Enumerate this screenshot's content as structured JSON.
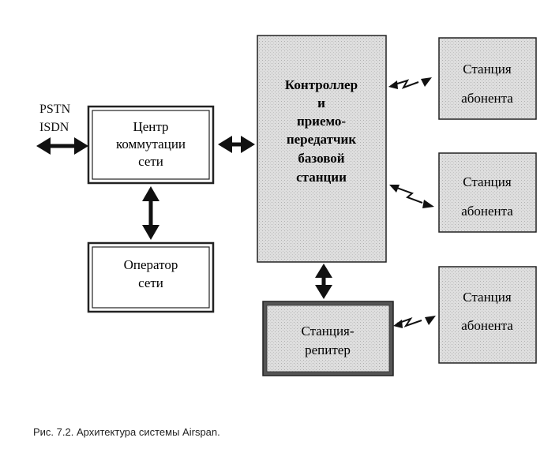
{
  "diagram": {
    "external_networks": [
      "PSTN",
      "ISDN"
    ],
    "switching_center": [
      "Центр",
      "коммутации",
      "сети"
    ],
    "network_operator": [
      "Оператор",
      "сети"
    ],
    "base_station": [
      "Контроллер",
      "и",
      "приемо-",
      "передатчик",
      "базовой",
      "станции"
    ],
    "repeater_station": [
      "Станция-",
      "репитер"
    ],
    "subscriber_stations": [
      [
        "Станция",
        "абонента"
      ],
      [
        "Станция",
        "абонента"
      ],
      [
        "Станция",
        "абонента"
      ]
    ]
  },
  "caption": "Рис. 7.2. Архитектура системы Airspan."
}
